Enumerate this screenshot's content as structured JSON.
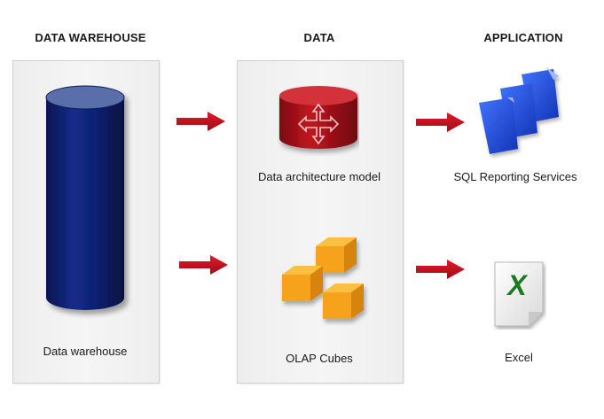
{
  "headers": {
    "data_warehouse": "DATA WAREHOUSE",
    "data": "DATA",
    "application": "APPLICATION"
  },
  "labels": {
    "data_warehouse": "Data warehouse",
    "data_architecture_model": "Data architecture model",
    "olap_cubes": "OLAP Cubes",
    "sql_reporting_services": "SQL Reporting Services",
    "excel": "Excel"
  },
  "excel_glyph": "X",
  "icons": [
    "database-cylinder-icon",
    "database-network-icon",
    "cubes-icon",
    "sql-reporting-pages-icon",
    "excel-file-icon",
    "arrow-right-icon"
  ],
  "colors": {
    "cylinder": "#0d1f6a",
    "arrow": "#c8102e",
    "database_red": "#a01018",
    "cube_orange": "#f7a21b",
    "pages_blue": "#1f4fd1",
    "excel_green": "#1e7a1e"
  }
}
